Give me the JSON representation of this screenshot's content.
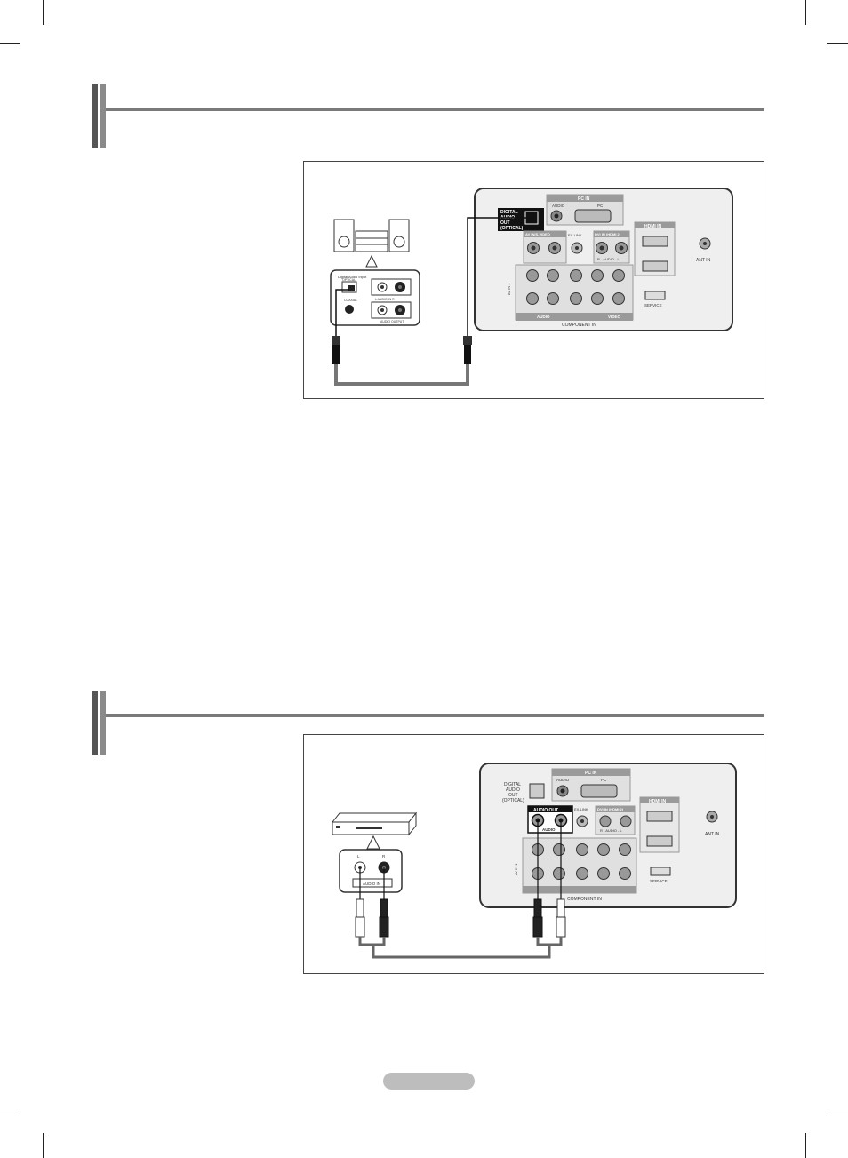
{
  "figure1": {
    "digital_audio_label": [
      "DIGITAL",
      "AUDIO",
      "OUT",
      "(OPTICAL)"
    ],
    "pc_in": "PC IN",
    "audio": "AUDIO",
    "pc": "PC",
    "av_in_label": "AV IN/S-VIDEO",
    "ex_link": "EX-LINK",
    "dvi_label": "DVI IN (HDMI 2)",
    "audio_rl": "R - AUDIO - L",
    "hdmi_in": "HDMI IN",
    "ant_in": "ANT IN",
    "service": "SERVICE",
    "component_in": "COMPONENT IN",
    "av_in_side": "AV IN 1",
    "audio_bottom": "AUDIO",
    "video": "VIDEO",
    "dap_title": "Digital Audio Input",
    "optical": "OPTICAL",
    "coaxial": "COAXIAL",
    "audio_in_lr": "L  AUDIO IN  R",
    "audio_output": "AUDIO OUTPUT"
  },
  "figure2": {
    "digital_audio_label": [
      "DIGITAL",
      "AUDIO",
      "OUT",
      "(OPTICAL)"
    ],
    "pc_in": "PC IN",
    "audio": "AUDIO",
    "pc": "PC",
    "audio_out": "AUDIO OUT",
    "audio_lr": "AUDIO",
    "ex_link": "EX-LINK",
    "dvi_label": "DVI IN (HDMI 2)",
    "audio_rl": "R - AUDIO - L",
    "hdmi_in": "HDMI IN",
    "ant_in": "ANT IN",
    "service": "SERVICE",
    "component_in": "COMPONENT IN",
    "av_in_side": "AV IN 1",
    "l": "L",
    "r": "R",
    "audio_in": "AUDIO IN"
  }
}
